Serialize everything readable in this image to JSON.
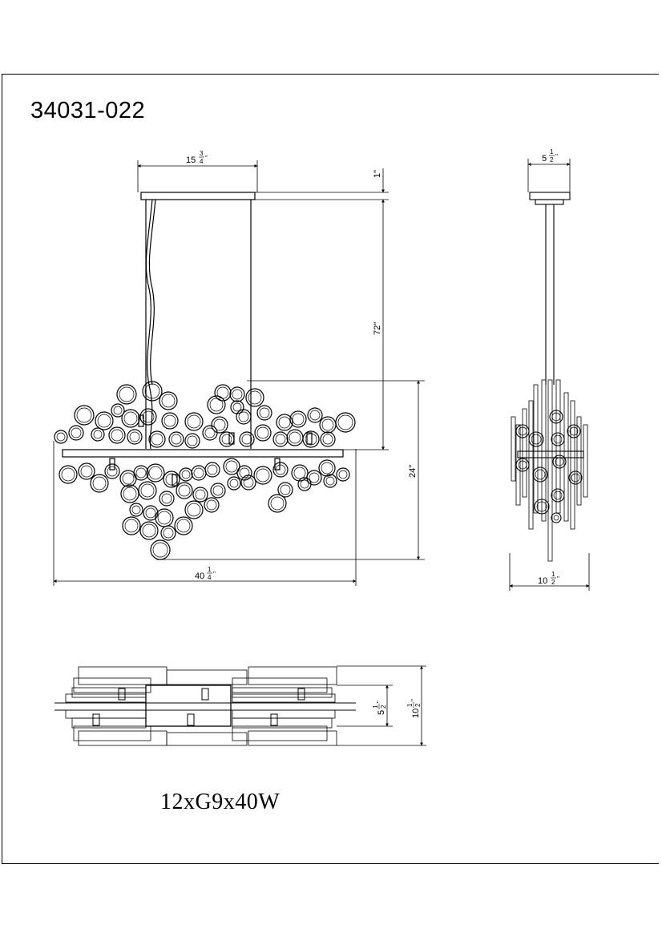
{
  "model_number": "34031-022",
  "lamp_spec": "12xG9x40W",
  "dimensions": {
    "canopy_width": {
      "whole": "15",
      "num": "3",
      "den": "4",
      "unit": "\""
    },
    "canopy_height": "1\"",
    "chain_length": "72\"",
    "fixture_height": "24\"",
    "fixture_length": {
      "whole": "40",
      "num": "1",
      "den": "4",
      "unit": "\""
    },
    "side_canopy_width": {
      "whole": "5",
      "num": "1",
      "den": "2",
      "unit": "\""
    },
    "side_width": {
      "whole": "10",
      "num": "1",
      "den": "2",
      "unit": "\""
    },
    "top_inner_width": {
      "whole": "5",
      "num": "1",
      "den": "2",
      "unit": "\""
    },
    "top_outer_width": {
      "whole": "10",
      "num": "1",
      "den": "2",
      "unit": "\""
    }
  }
}
